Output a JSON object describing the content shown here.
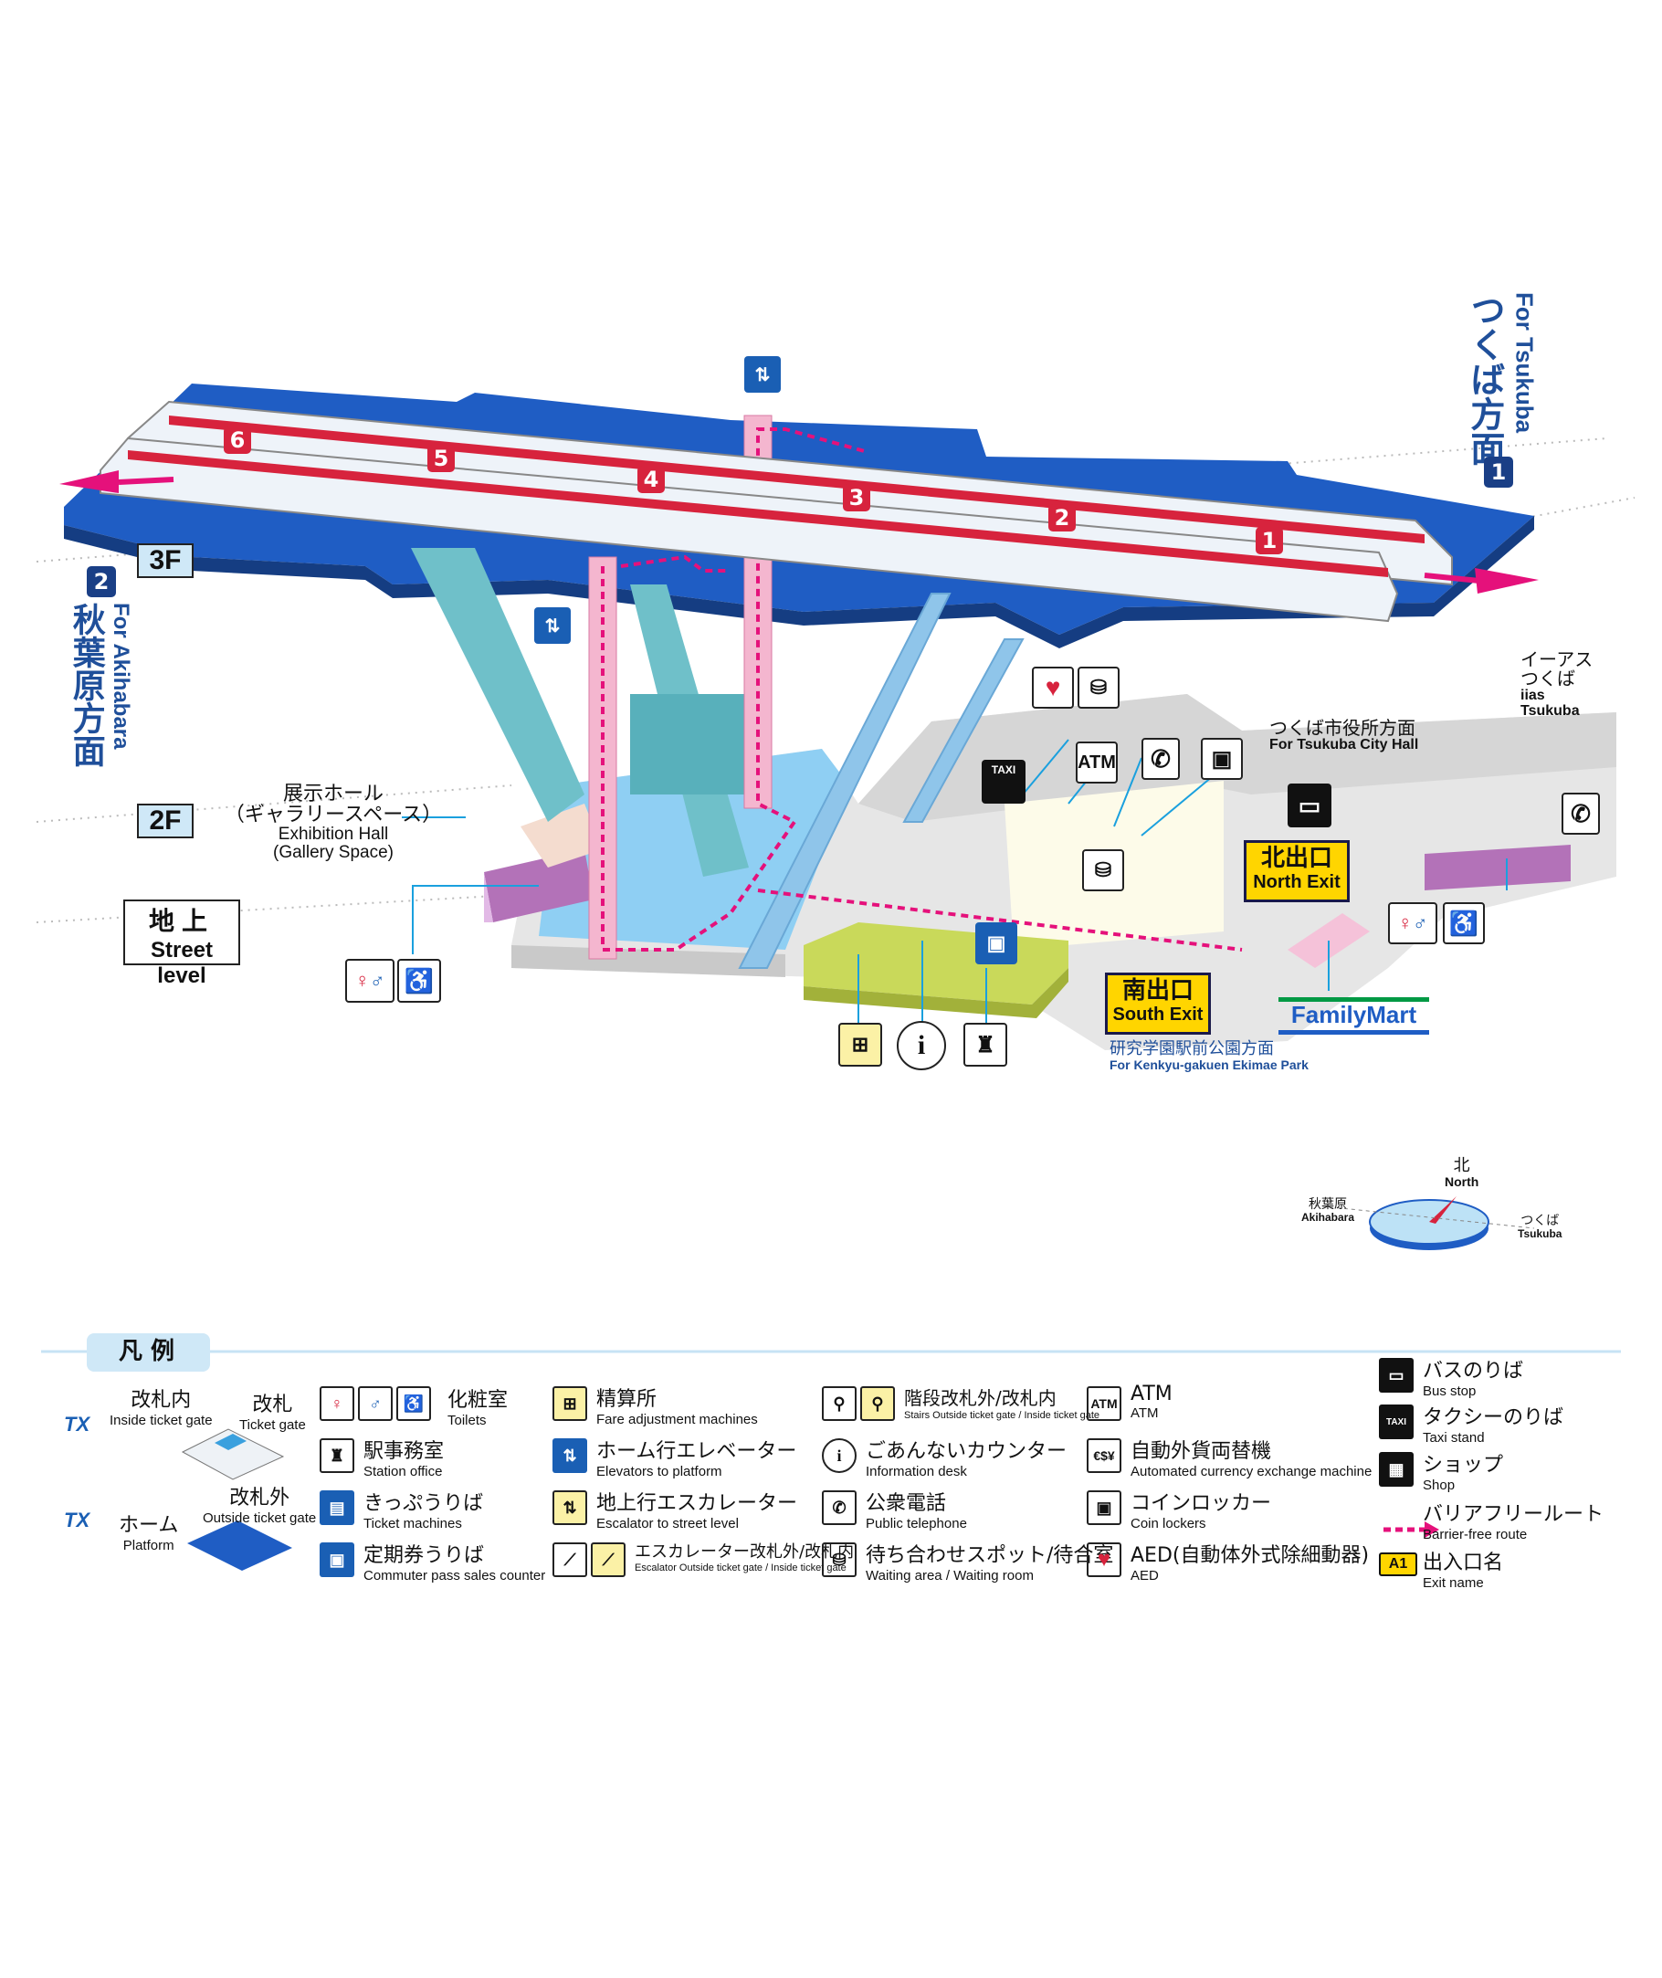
{
  "map": {
    "direction_north": {
      "jp": "つくば方面",
      "en": "For Tsukuba",
      "track": "1"
    },
    "direction_south": {
      "jp": "秋葉原方面",
      "en": "For Akihabara",
      "track": "2"
    },
    "floors": {
      "f3": "3F",
      "f2": "2F",
      "street_jp": "地上",
      "street_en": "Street level"
    },
    "car_numbers": [
      "6",
      "5",
      "4",
      "3",
      "2",
      "1"
    ],
    "exhibition_hall": {
      "jp": "展示ホール",
      "jp2": "（ギャラリースペース）",
      "en": "Exhibition Hall",
      "en2": "(Gallery Space)"
    },
    "north_exit": {
      "jp": "北出口",
      "en": "North Exit"
    },
    "south_exit": {
      "jp": "南出口",
      "en": "South Exit"
    },
    "city_hall": {
      "jp": "つくば市役所方面",
      "en": "For Tsukuba City Hall"
    },
    "iias": {
      "jp": "イーアス",
      "jp2": "つくば",
      "en": "iias",
      "en2": "Tsukuba"
    },
    "park": {
      "jp": "研究学園駅前公園方面",
      "en": "For Kenkyu-gakuen Ekimae Park"
    },
    "familymart": "FamilyMart",
    "atm_label": "ATM",
    "taxi_label": "TAXI",
    "info_icon": "info-icon"
  },
  "compass": {
    "north_jp": "北",
    "north_en": "North",
    "west_jp": "秋葉原",
    "west_en": "Akihabara",
    "east_jp": "つくば",
    "east_en": "Tsukuba"
  },
  "legend": {
    "title": "凡 例",
    "inside_gate": {
      "jp": "改札内",
      "en": "Inside ticket gate"
    },
    "gate": {
      "jp": "改札",
      "en": "Ticket gate"
    },
    "outside_gate": {
      "jp": "改札外",
      "en": "Outside ticket gate"
    },
    "platform": {
      "jp": "ホーム",
      "en": "Platform"
    },
    "tx": "TX",
    "items": [
      {
        "jp": "化粧室",
        "en": "Toilets"
      },
      {
        "jp": "駅事務室",
        "en": "Station office"
      },
      {
        "jp": "きっぷうりば",
        "en": "Ticket machines"
      },
      {
        "jp": "定期券うりば",
        "en": "Commuter pass sales counter"
      },
      {
        "jp": "精算所",
        "en": "Fare adjustment machines"
      },
      {
        "jp": "ホーム行エレベーター",
        "en": "Elevators to platform"
      },
      {
        "jp": "地上行エスカレーター",
        "en": "Escalator to street level"
      },
      {
        "jp": "エスカレーター改札外/改札内",
        "en": "Escalator Outside ticket gate / Inside ticket gate"
      },
      {
        "jp": "階段改札外/改札内",
        "en": "Stairs Outside ticket gate / Inside ticket gate"
      },
      {
        "jp": "ごあんないカウンター",
        "en": "Information desk"
      },
      {
        "jp": "公衆電話",
        "en": "Public telephone"
      },
      {
        "jp": "待ち合わせスポット/待合室",
        "en": "Waiting area / Waiting room"
      },
      {
        "jp": "ATM",
        "en": "ATM"
      },
      {
        "jp": "自動外貨両替機",
        "en": "Automated currency exchange machine"
      },
      {
        "jp": "コインロッカー",
        "en": "Coin lockers"
      },
      {
        "jp": "AED(自動体外式除細動器)",
        "en": "AED"
      },
      {
        "jp": "バスのりば",
        "en": "Bus stop"
      },
      {
        "jp": "タクシーのりば",
        "en": "Taxi stand"
      },
      {
        "jp": "ショップ",
        "en": "Shop"
      },
      {
        "jp": "バリアフリールート",
        "en": "Barrier-free route"
      },
      {
        "jp": "出入口名",
        "en": "Exit name"
      }
    ],
    "exit_name_sample": "A1",
    "atm_sample": "ATM",
    "taxi_sample": "TAXI"
  }
}
